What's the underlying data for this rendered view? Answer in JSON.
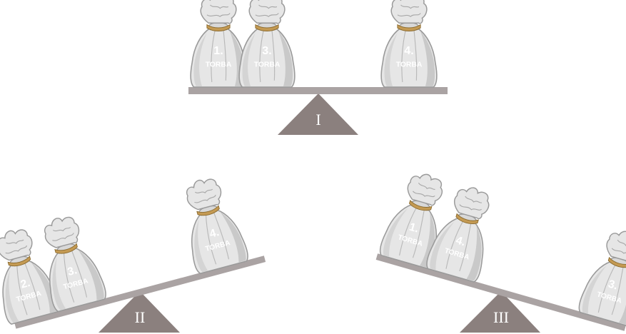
{
  "scales": [
    {
      "roman": "I",
      "left_bags": [
        {
          "number": "1.",
          "label": "TORBA"
        },
        {
          "number": "3.",
          "label": "TORBA"
        }
      ],
      "right_bags": [
        {
          "number": "4.",
          "label": "TORBA"
        }
      ]
    },
    {
      "roman": "II",
      "left_bags": [
        {
          "number": "2.",
          "label": "TORBA"
        },
        {
          "number": "3.",
          "label": "TORBA"
        }
      ],
      "right_bags": [
        {
          "number": "4.",
          "label": "TORBA"
        }
      ]
    },
    {
      "roman": "III",
      "left_bags": [
        {
          "number": "1.",
          "label": "TORBA"
        },
        {
          "number": "4.",
          "label": "TORBA"
        }
      ],
      "right_bags": [
        {
          "number": "3.",
          "label": "TORBA"
        }
      ]
    }
  ],
  "colors": {
    "bag": "#e6e6e6",
    "bag_shadow": "#c9c9c9",
    "bag_outline": "#9a9a9a",
    "bag_text": "#ffffff",
    "rope": "#c49a53",
    "beam": "#aaa3a3",
    "fulcrum": "#8b807e"
  }
}
